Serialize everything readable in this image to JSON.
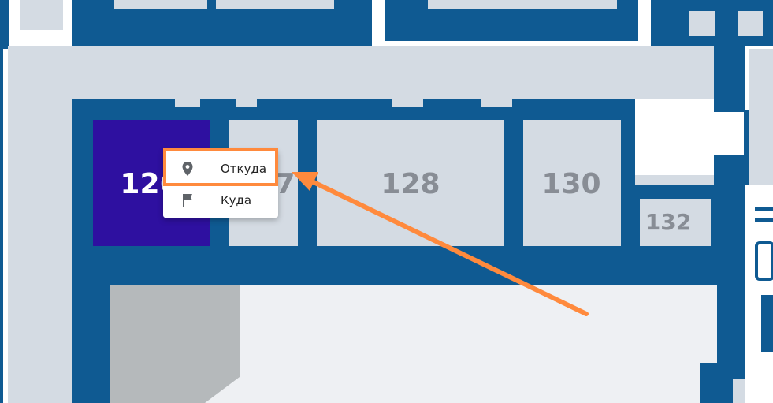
{
  "colors": {
    "wall": "#0f5a92",
    "corridor": "#d4dbe3",
    "room": "#d4dbe3",
    "selected_room": "#2e10a0",
    "stairs": "#b5b9bb",
    "hall": "#eef0f3",
    "annotation": "#ff8a3d"
  },
  "rooms": {
    "r126": "126",
    "r127": "7",
    "r128": "128",
    "r130": "130",
    "r132": "132"
  },
  "context_menu": {
    "from_label": "Откуда",
    "from_icon": "map-pin-icon",
    "to_label": "Куда",
    "to_icon": "flag-icon"
  }
}
